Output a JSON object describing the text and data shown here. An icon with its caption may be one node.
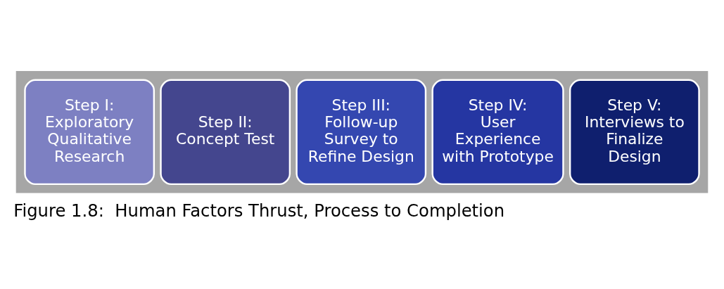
{
  "diagram": {
    "caption": "Figure 1.8:  Human Factors Thrust, Process to Completion",
    "nodes": [
      {
        "text": [],
        "shape": "arrow"
      },
      {
        "text": [
          "Step I:",
          "Exploratory Qualitative Research"
        ],
        "in": 0
      },
      {
        "text": [
          "Step II:",
          "Concept Test"
        ],
        "in": 0
      },
      {
        "text": [
          "Step III:",
          "Follow-up Survey to Refine Design"
        ],
        "in": 0
      },
      {
        "text": [
          "Step IV:",
          "User Experience with Prototype"
        ],
        "in": 0
      },
      {
        "text": [
          "Step V:",
          "Interviews to Finalize Design"
        ],
        "in": 0
      }
    ],
    "edges": []
  }
}
